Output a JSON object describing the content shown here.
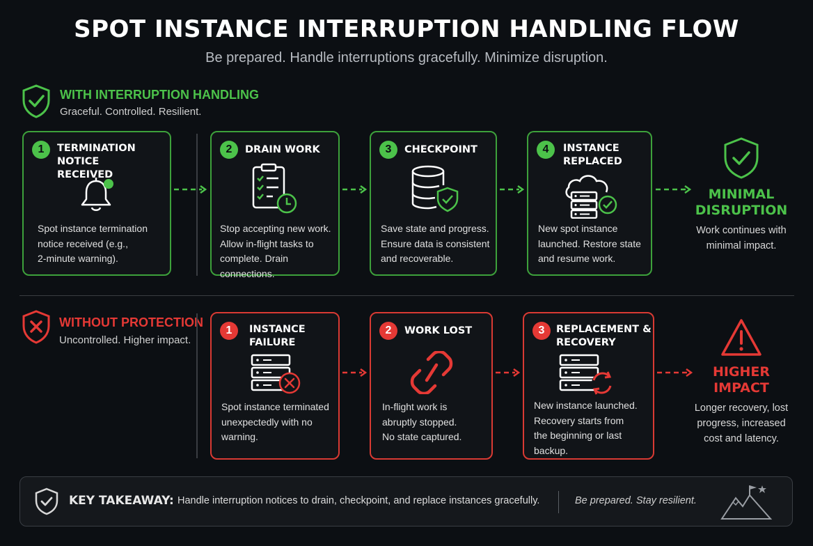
{
  "title": "SPOT INSTANCE INTERRUPTION HANDLING FLOW",
  "subtitle": "Be prepared. Handle interruptions gracefully. Minimize disruption.",
  "colors": {
    "green": "#4cc24a",
    "red": "#e53935",
    "background": "#0c0f13"
  },
  "with_handling": {
    "title": "WITH INTERRUPTION HANDLING",
    "subtitle": "Graceful. Controlled. Resilient.",
    "icon": "shield-check-icon",
    "steps": [
      {
        "number": "1",
        "title_line1": "TERMINATION NOTICE",
        "title_line2": "RECEIVED",
        "icon": "bell-notification-icon",
        "desc": [
          "Spot instance termination",
          "notice received (e.g.,",
          "2-minute warning)."
        ]
      },
      {
        "number": "2",
        "title_line1": "DRAIN WORK",
        "title_line2": "",
        "icon": "clipboard-clock-icon",
        "desc": [
          "Stop accepting new work.",
          "Allow in-flight tasks to",
          "complete. Drain connections."
        ]
      },
      {
        "number": "3",
        "title_line1": "CHECKPOINT",
        "title_line2": "",
        "icon": "database-shield-icon",
        "desc": [
          "Save state and progress.",
          "Ensure data is consistent",
          "and recoverable."
        ]
      },
      {
        "number": "4",
        "title_line1": "INSTANCE",
        "title_line2": "REPLACED",
        "icon": "cloud-server-check-icon",
        "desc": [
          "New spot instance",
          "launched. Restore state",
          "and resume work."
        ]
      }
    ],
    "outcome": {
      "title_line1": "MINIMAL",
      "title_line2": "DISRUPTION",
      "desc": [
        "Work continues with",
        "minimal impact."
      ],
      "icon": "shield-check-icon"
    }
  },
  "without_protection": {
    "title": "WITHOUT PROTECTION",
    "subtitle": "Uncontrolled. Higher impact.",
    "icon": "shield-x-icon",
    "steps": [
      {
        "number": "1",
        "title_line1": "INSTANCE",
        "title_line2": "FAILURE",
        "icon": "server-x-icon",
        "desc": [
          "Spot instance terminated",
          "unexpectedly with no",
          "warning."
        ]
      },
      {
        "number": "2",
        "title_line1": "WORK LOST",
        "title_line2": "",
        "icon": "broken-link-icon",
        "desc": [
          "In-flight work is",
          "abruptly stopped.",
          "No state captured."
        ]
      },
      {
        "number": "3",
        "title_line1": "REPLACEMENT &",
        "title_line2": "RECOVERY",
        "icon": "server-refresh-icon",
        "desc": [
          "New instance launched.",
          "Recovery starts from",
          "the beginning or last",
          "backup."
        ]
      }
    ],
    "outcome": {
      "title_line1": "HIGHER",
      "title_line2": "IMPACT",
      "desc": [
        "Longer recovery, lost",
        "progress, increased",
        "cost and latency."
      ],
      "icon": "warning-triangle-icon"
    }
  },
  "takeaway": {
    "label": "KEY TAKEAWAY:",
    "text": "Handle interruption notices to drain, checkpoint, and replace instances gracefully.",
    "tagline": "Be prepared. Stay resilient.",
    "icon": "mountain-flag-icon"
  }
}
